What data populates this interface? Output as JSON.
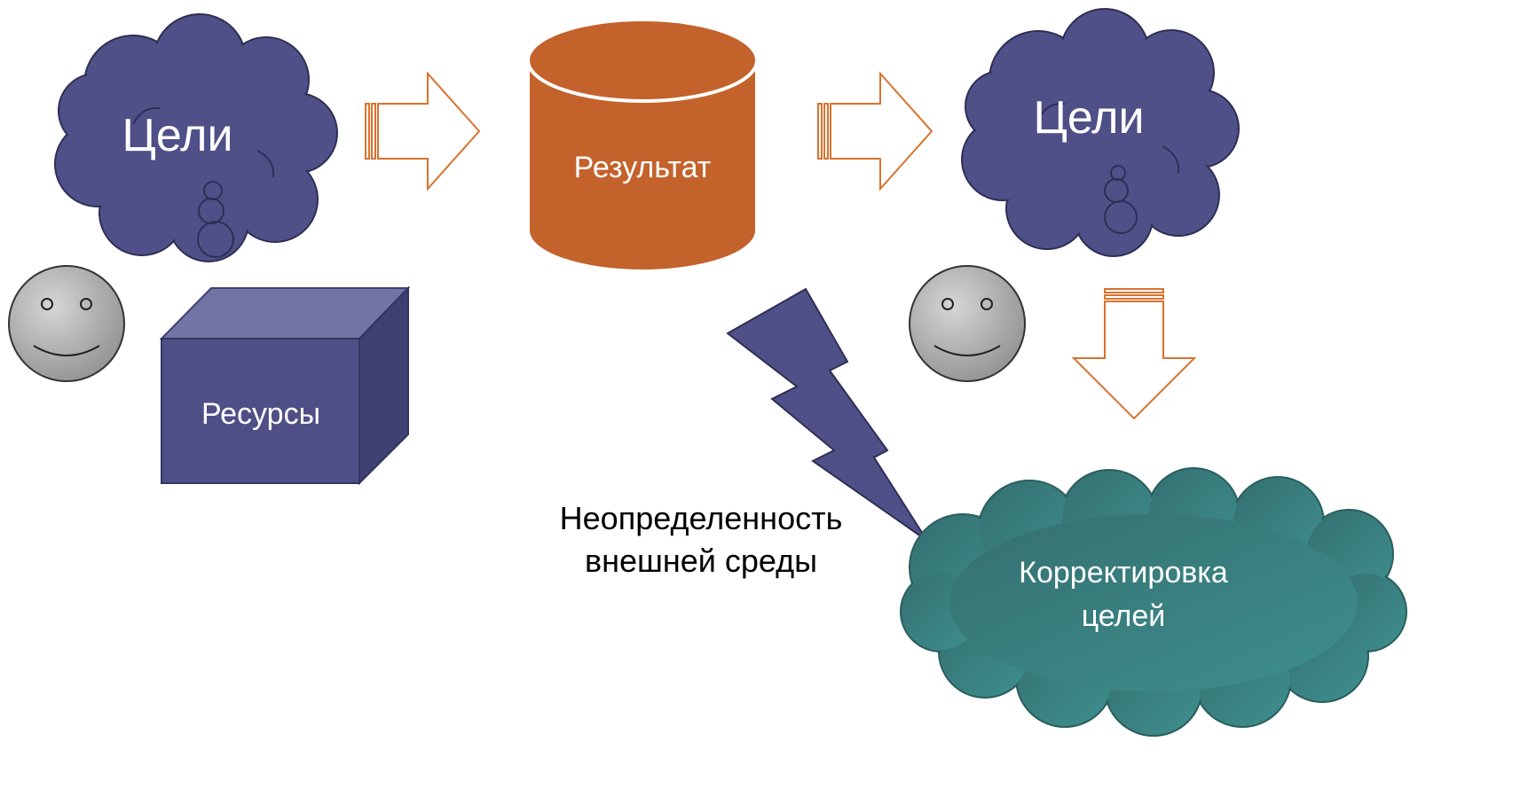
{
  "labels": {
    "goals_left": "Цели",
    "result": "Результат",
    "goals_right": "Цели",
    "resources": "Ресурсы",
    "uncertainty_line1": "Неопределенность",
    "uncertainty_line2": "внешней среды",
    "correction_line1": "Корректировка",
    "correction_line2": "целей"
  },
  "colors": {
    "cloud_purple": "#4f5088",
    "cylinder_orange": "#c4622c",
    "arrow_outline": "#d9722e",
    "cube_front": "#4f4f87",
    "cube_top": "#7274a6",
    "cube_side": "#3f4072",
    "lightning": "#4f5088",
    "cloud_teal": "#3a8483",
    "face_gray": "#a8a8a8"
  },
  "icons": [
    "thought-cloud-icon",
    "database-cylinder-icon",
    "block-arrow-icon",
    "smiley-face-icon",
    "cube-icon",
    "lightning-bolt-icon",
    "cloud-icon"
  ]
}
